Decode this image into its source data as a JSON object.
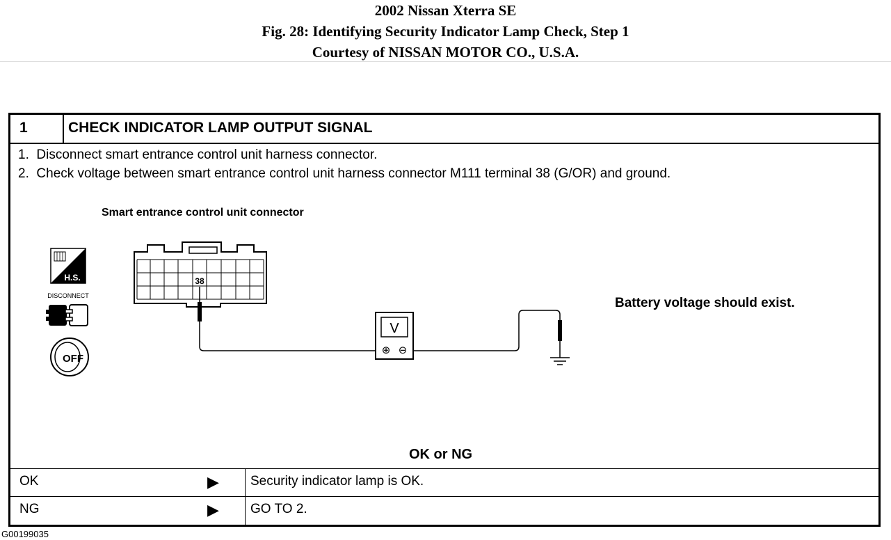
{
  "header": {
    "line1": "2002 Nissan Xterra SE",
    "line2": "Fig. 28: Identifying Security Indicator Lamp Check, Step 1",
    "line3": "Courtesy of NISSAN MOTOR CO., U.S.A."
  },
  "step": {
    "number": "1",
    "title": "CHECK INDICATOR LAMP OUTPUT SIGNAL"
  },
  "instructions": [
    "1.  Disconnect smart entrance control unit harness connector.",
    "2.  Check voltage between smart entrance control unit harness connector M111 terminal 38 (G/OR) and ground."
  ],
  "diagram": {
    "connector_label": "Smart entrance control unit connector",
    "terminal_number": "38",
    "meter_symbol": "V",
    "meter_plus": "⊕",
    "meter_minus": "⊖",
    "icon_hs_text": "H.S.",
    "icon_disconnect_text": "DISCONNECT",
    "icon_off_text": "OFF",
    "battery_text": "Battery voltage should exist."
  },
  "check_prompt": "OK or NG",
  "results": [
    {
      "label": "OK",
      "arrow": "▶",
      "text": "Security indicator lamp is OK."
    },
    {
      "label": "NG",
      "arrow": "▶",
      "text": "GO TO 2."
    }
  ],
  "figure_code": "G00199035"
}
